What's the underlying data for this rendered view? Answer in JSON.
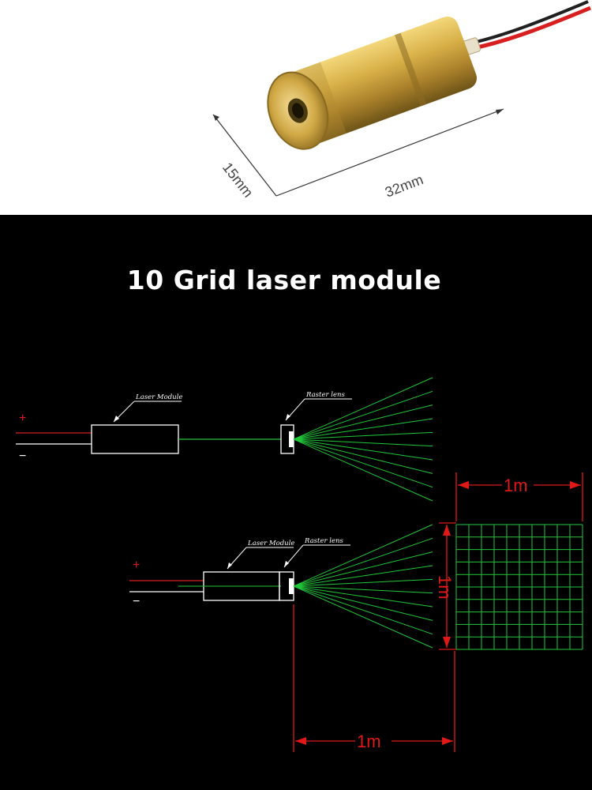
{
  "product_photo": {
    "diameter_label": "15mm",
    "length_label": "32mm"
  },
  "diagram": {
    "title": "10 Grid laser module",
    "top": {
      "laser_label": "Laser Module",
      "lens_label": "Raster lens",
      "plus": "+",
      "minus": "−"
    },
    "bottom": {
      "laser_label": "Laser Module",
      "lens_label": "Raster lens",
      "plus": "+",
      "minus": "−",
      "grid_width_label": "1m",
      "grid_height_label": "1m",
      "distance_label": "1m"
    }
  },
  "colors": {
    "laser_green": "#22c83a",
    "dimension_red": "#e01818",
    "wire_red": "#d81f1f",
    "brass": "#c9a236"
  }
}
